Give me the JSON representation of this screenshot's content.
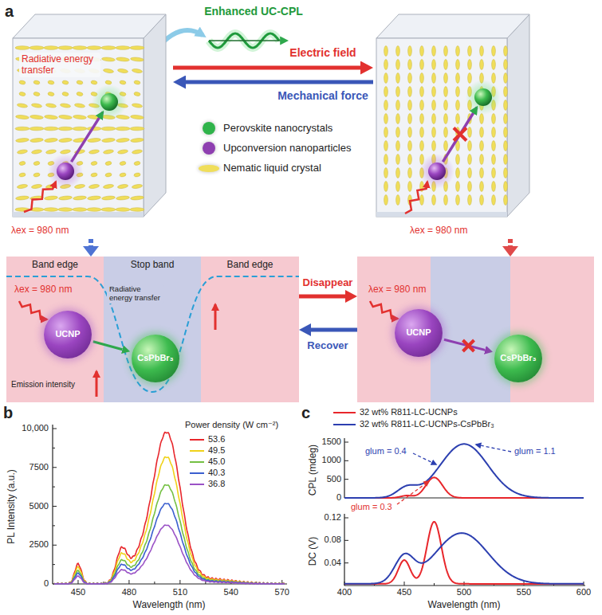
{
  "diagram": {
    "nodes": [
      {
        "text": [
          "Radiative energy transfer",
          "λex = 980 nm"
        ]
      },
      {
        "text": [
          "λex = 980 nm"
        ]
      },
      {
        "text": [
          "Band edge",
          "λex = 980 nm",
          "Emission intensity"
        ]
      },
      {
        "text": [
          "UCNP"
        ],
        "in": 2
      },
      {
        "text": [
          "Stop band"
        ]
      },
      {
        "text": [
          "CsPbBr₃"
        ],
        "in": 4
      },
      {
        "text": [
          "Band edge"
        ]
      },
      {
        "text": [
          "λex = 980 nm"
        ]
      },
      {
        "text": [
          "UCNP"
        ],
        "in": 7
      },
      {
        "text": [
          "CsPbBr₃"
        ],
        "in": 7
      }
    ],
    "edges": [
      {
        "from": 0,
        "to": 1,
        "arrow": "to",
        "label": "Electric field"
      },
      {
        "from": 1,
        "to": 0,
        "arrow": "to",
        "label": "Mechanical force"
      },
      {
        "from": 0,
        "to": 2,
        "arrow": "to"
      },
      {
        "from": 1,
        "to": 7,
        "arrow": "to"
      },
      {
        "from": 3,
        "to": 5,
        "arrow": "to",
        "label": "Radiative energy transfer"
      },
      {
        "from": 6,
        "to": 7,
        "arrow": "to",
        "label": "Disappear"
      },
      {
        "from": 7,
        "to": 6,
        "arrow": "to",
        "label": "Recover"
      },
      {
        "from": 8,
        "to": 9,
        "arrow": "to"
      }
    ],
    "labels": [
      "a",
      "Enhanced UC-CPL",
      "b",
      "Power density (W cm⁻²)",
      "PL Intensity (a.u.)",
      "0",
      "2500",
      "5000",
      "7500",
      "10,000",
      "450",
      "480",
      "510",
      "540",
      "570",
      "Wavelength (nm)",
      "c",
      "CPL (mdeg)",
      "0",
      "500",
      "1000",
      "1500",
      "DC (V)",
      "0.04",
      "0.08",
      "0.12",
      "400",
      "450",
      "500",
      "550",
      "600",
      "Wavelength (nm)",
      "glum = 0.4",
      "glum = 1.1",
      "glum = 0.3"
    ],
    "legend": [
      {
        "text": "Perovskite nanocrystals",
        "color": "#2fb34a"
      },
      {
        "text": "Upconversion nanoparticles",
        "color": "#8e3fb0"
      },
      {
        "text": "Nematic liquid crystal",
        "color": "#f0de5a"
      },
      {
        "text": "53.6"
      },
      {
        "text": "49.5"
      },
      {
        "text": "45.0"
      },
      {
        "text": "40.3"
      },
      {
        "text": "36.8"
      },
      {
        "text": "32 wt% R811-LC-UCNPs"
      },
      {
        "text": "32 wt% R811-LC-UCNPs-CsPbBr₃"
      }
    ]
  }
}
